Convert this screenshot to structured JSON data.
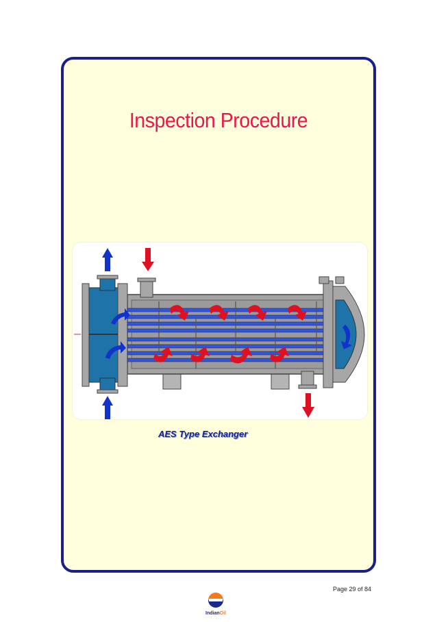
{
  "page": {
    "title": "Inspection Procedure",
    "caption": "AES Type Exchanger",
    "page_number": "Page 29 of 84"
  },
  "logo": {
    "brand_indian": "Indian",
    "brand_oil": "Oil"
  },
  "colors": {
    "frame_border": "#1a1f8c",
    "frame_fill": "#ffffdd",
    "title": "#e8174d",
    "shell": "#9a9a9a",
    "channel_fluid": "#1e73a8",
    "tube": "#3355dd",
    "hot_arrow": "#dd1122",
    "cold_arrow": "#1133cc"
  }
}
